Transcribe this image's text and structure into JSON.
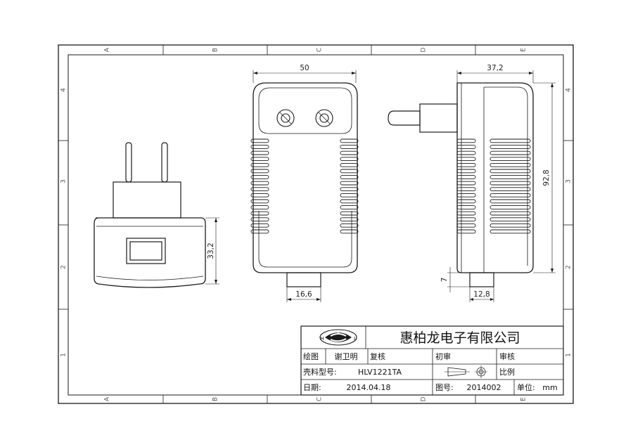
{
  "border": {
    "columns": [
      "A",
      "B",
      "C",
      "D",
      "E"
    ],
    "rows": [
      "1",
      "2",
      "3",
      "4"
    ]
  },
  "dimensions": {
    "front_width": "50",
    "side_width": "37,2",
    "side_height": "92,8",
    "left_height": "33,2",
    "front_plug_width": "16,6",
    "side_cable_width": "12,8",
    "side_cable_height": "7"
  },
  "title_block": {
    "logo_letters": [
      "H",
      "B",
      "L"
    ],
    "company": "惠柏龙电子有限公司",
    "drawn_label": "绘图",
    "drawn_value": "谢卫明",
    "recheck_label": "复核",
    "initial_review_label": "初审",
    "final_review_label": "审核",
    "model_label": "壳料型号:",
    "model_value": "HLV1221TA",
    "scale_label": "比例",
    "date_label": "日期:",
    "date_value": "2014.04.18",
    "drawing_no_label": "图号:",
    "drawing_no_value": "2014002",
    "unit_label": "单位:",
    "unit_value": "mm"
  }
}
